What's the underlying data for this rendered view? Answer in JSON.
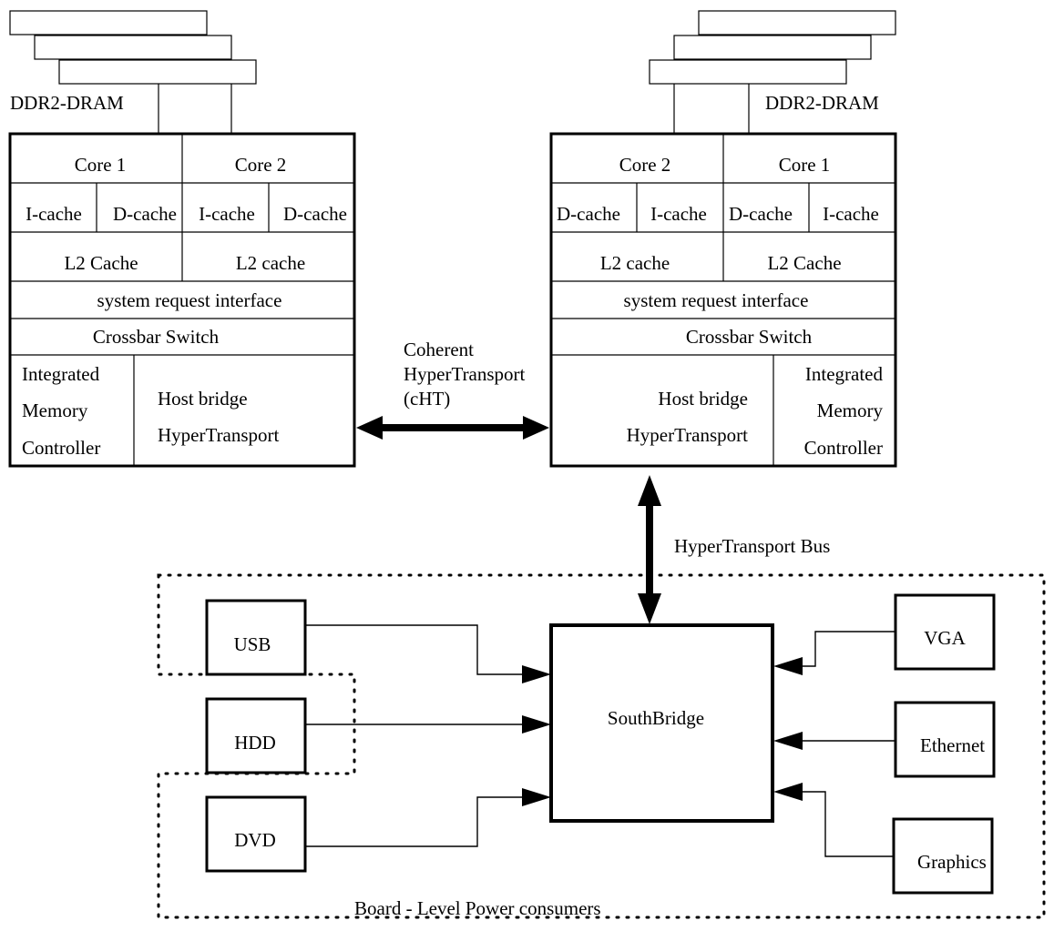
{
  "colors": {
    "line": "#000000",
    "background": "#ffffff"
  },
  "left_cpu": {
    "dram_label": "DDR2-DRAM",
    "core_a": "Core 1",
    "core_b": "Core 2",
    "cache_1": "I-cache",
    "cache_2": "D-cache",
    "cache_3": "I-cache",
    "cache_4": "D-cache",
    "l2_a": "L2 Cache",
    "l2_b": "L2 cache",
    "sri": "system request interface",
    "crossbar": "Crossbar Switch",
    "imc_line1": "Integrated",
    "imc_line2": "Memory",
    "imc_line3": "Controller",
    "host_line1": "Host bridge",
    "host_line2": "HyperTransport"
  },
  "right_cpu": {
    "dram_label": "DDR2-DRAM",
    "core_a": "Core 2",
    "core_b": "Core 1",
    "cache_1": "D-cache",
    "cache_2": "I-cache",
    "cache_3": "D-cache",
    "cache_4": "I-cache",
    "l2_a": "L2 cache",
    "l2_b": "L2 Cache",
    "sri": "system request interface",
    "crossbar": "Crossbar Switch",
    "host_line1": "Host bridge",
    "host_line2": "HyperTransport",
    "imc_line1": "Integrated",
    "imc_line2": "Memory",
    "imc_line3": "Controller"
  },
  "links": {
    "cht_line1": "Coherent",
    "cht_line2": "HyperTransport",
    "cht_line3": "(cHT)",
    "ht_bus": "HyperTransport Bus"
  },
  "board": {
    "southbridge": "SouthBridge",
    "usb": "USB",
    "hdd": "HDD",
    "dvd": "DVD",
    "vga": "VGA",
    "ethernet": "Ethernet",
    "graphics": "Graphics",
    "caption": "Board - Level Power consumers"
  }
}
